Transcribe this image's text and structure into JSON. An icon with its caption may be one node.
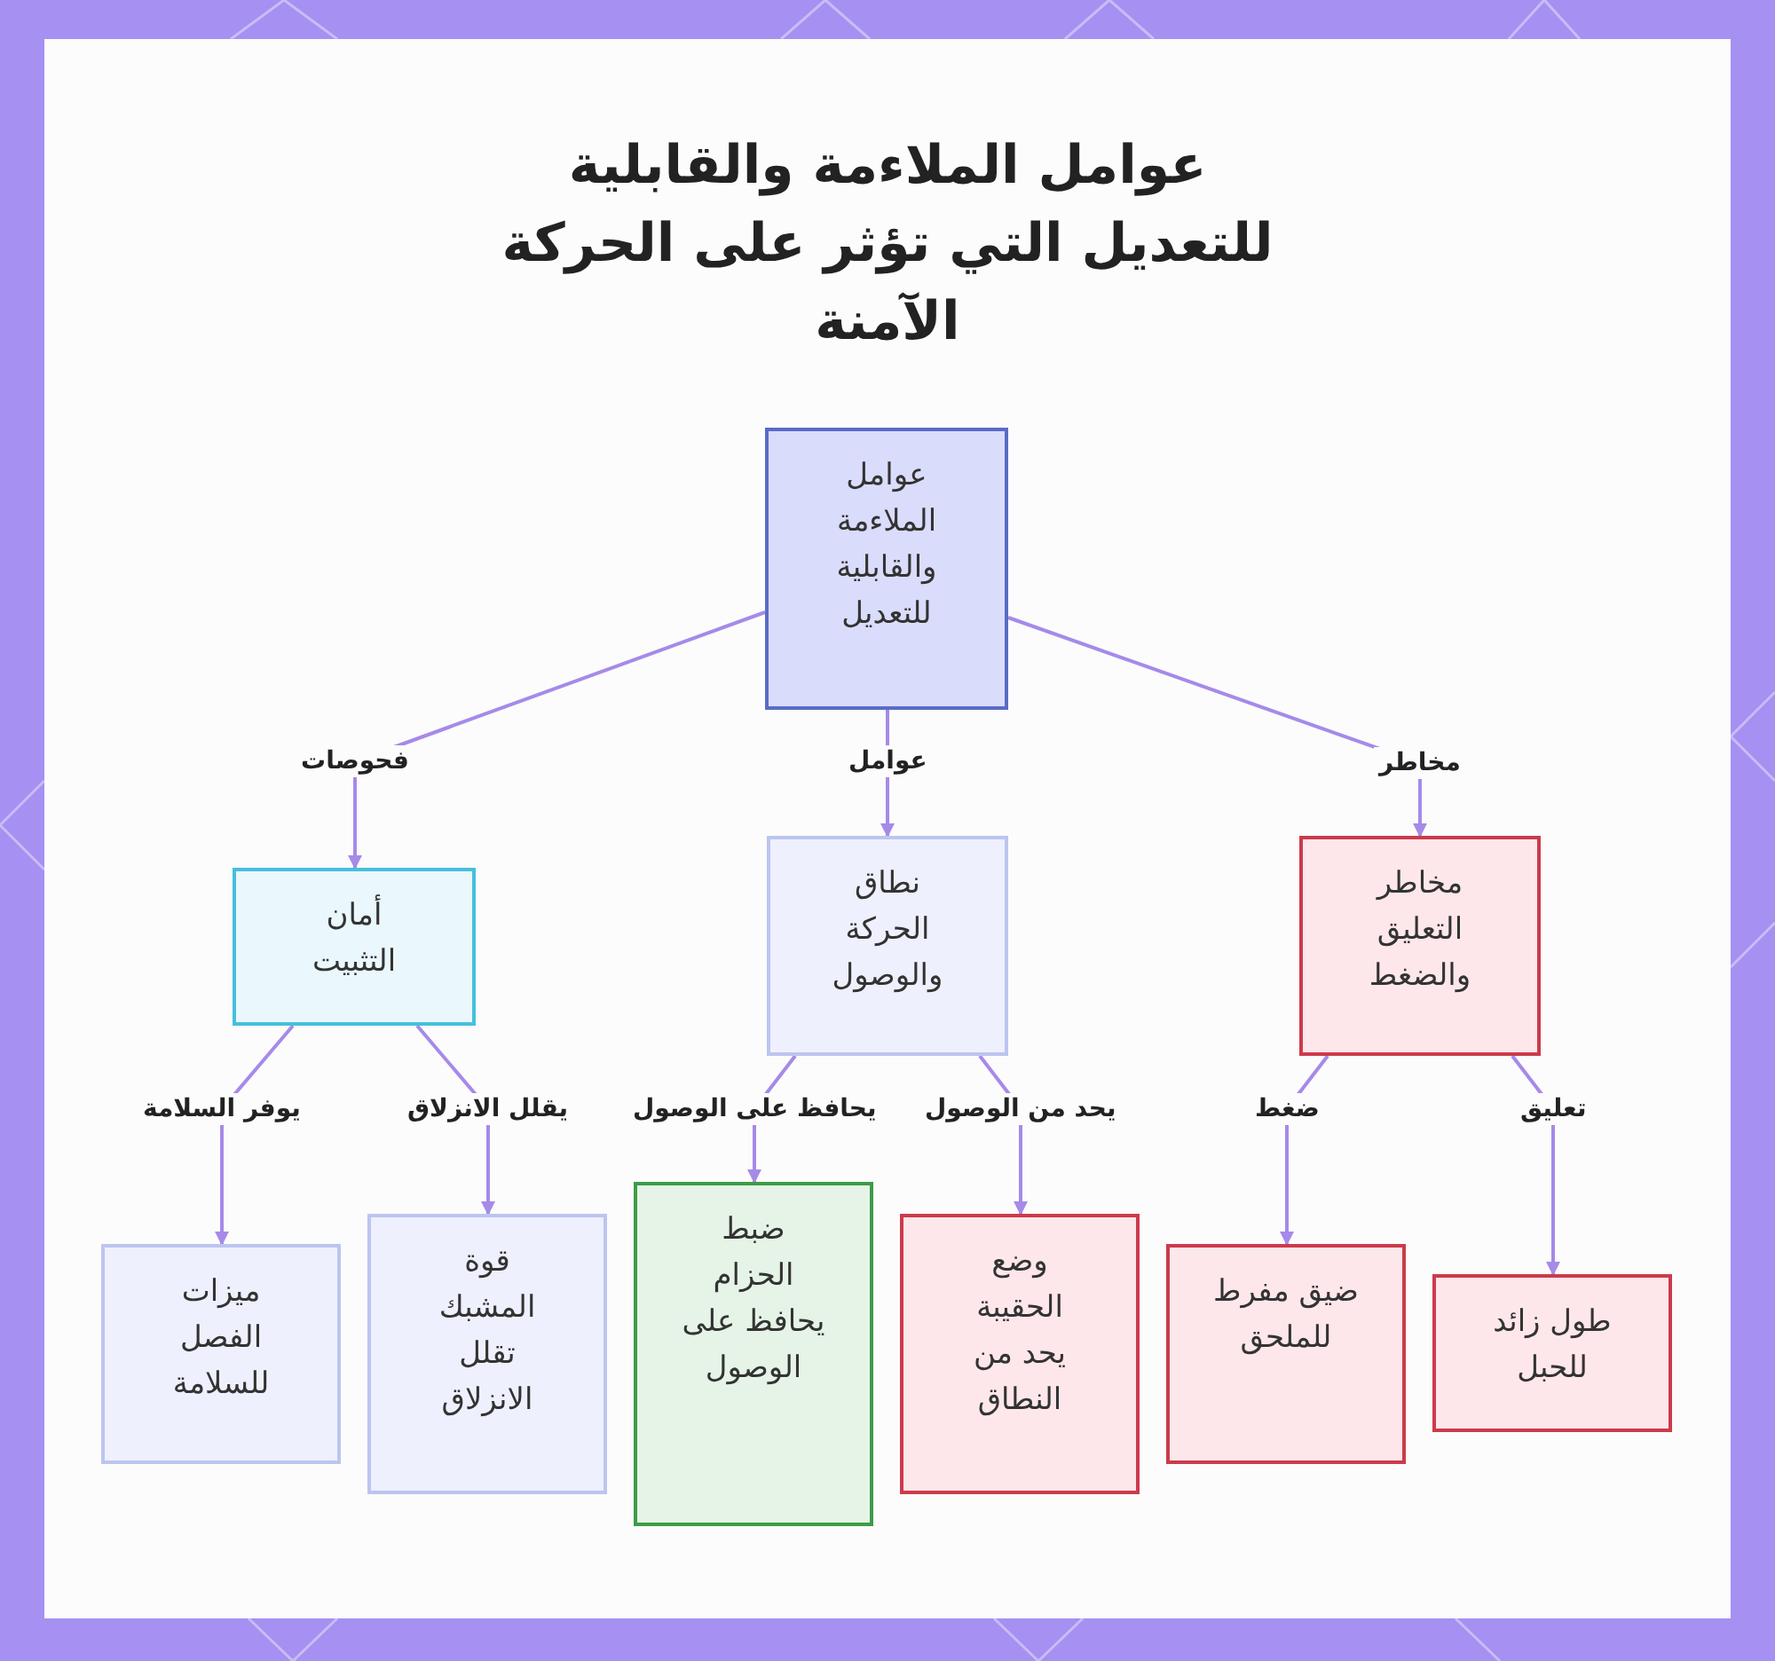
{
  "diagram": {
    "title": "عوامل الملاءمة والقابلية للتعديل التي تؤثر على الحركة الآمنة",
    "nodes": [
      {
        "text": [
          "عوامل الملاءمة والقابلية للتعديل"
        ]
      },
      {
        "text": [
          "أمان التثبيت"
        ]
      },
      {
        "text": [
          "نطاق الحركة والوصول"
        ]
      },
      {
        "text": [
          "مخاطر التعليق والضغط"
        ]
      },
      {
        "text": [
          "ميزات الفصل للسلامة"
        ]
      },
      {
        "text": [
          "قوة المشبك تقلل الانزلاق"
        ]
      },
      {
        "text": [
          "ضبط الحزام يحافظ على الوصول"
        ]
      },
      {
        "text": [
          "وضع الحقيبة يحد من النطاق"
        ]
      },
      {
        "text": [
          "ضيق مفرط للملحق"
        ]
      },
      {
        "text": [
          "طول زائد للحبل"
        ]
      }
    ],
    "edges": [
      {
        "from": 0,
        "to": 1,
        "arrow": "to",
        "label": "فحوصات"
      },
      {
        "from": 0,
        "to": 2,
        "arrow": "to",
        "label": "عوامل"
      },
      {
        "from": 0,
        "to": 3,
        "arrow": "to",
        "label": "مخاطر"
      },
      {
        "from": 1,
        "to": 4,
        "arrow": "to",
        "label": "يوفر السلامة"
      },
      {
        "from": 1,
        "to": 5,
        "arrow": "to",
        "label": "يقلل الانزلاق"
      },
      {
        "from": 2,
        "to": 6,
        "arrow": "to",
        "label": "يحافظ على الوصول"
      },
      {
        "from": 2,
        "to": 7,
        "arrow": "to",
        "label": "يحد من الوصول"
      },
      {
        "from": 3,
        "to": 8,
        "arrow": "to",
        "label": "ضغط"
      },
      {
        "from": 3,
        "to": 9,
        "arrow": "to",
        "label": "تعليق"
      }
    ]
  }
}
